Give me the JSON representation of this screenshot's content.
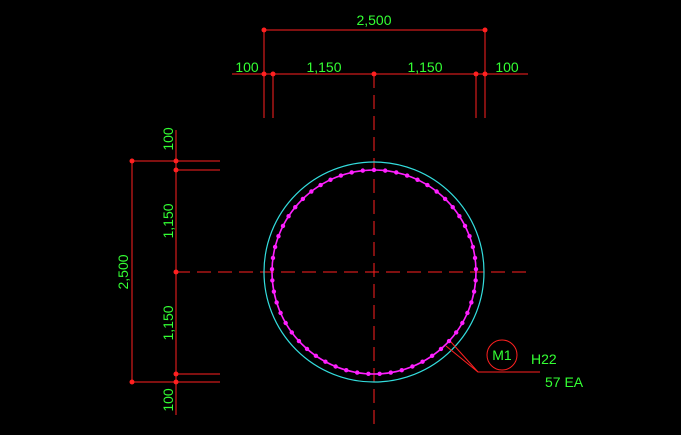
{
  "drawing": {
    "colors": {
      "background": "#000000",
      "dimension_line": "#ff2020",
      "dimension_text": "#33ff33",
      "outer_circle": "#33dddd",
      "rebar": "#ff20ff",
      "center_line": "#ff2020"
    },
    "top_dims": {
      "overall": "2,500",
      "left_cover": "100",
      "left_span": "1,150",
      "right_span": "1,150",
      "right_cover": "100"
    },
    "left_dims": {
      "overall": "2,500",
      "top_cover": "100",
      "top_span": "1,150",
      "bottom_span": "1,150",
      "bottom_cover": "100"
    },
    "rebar_callout": {
      "mark": "M1",
      "bar_size": "H22",
      "quantity": "57 EA",
      "bar_count": 57
    }
  }
}
